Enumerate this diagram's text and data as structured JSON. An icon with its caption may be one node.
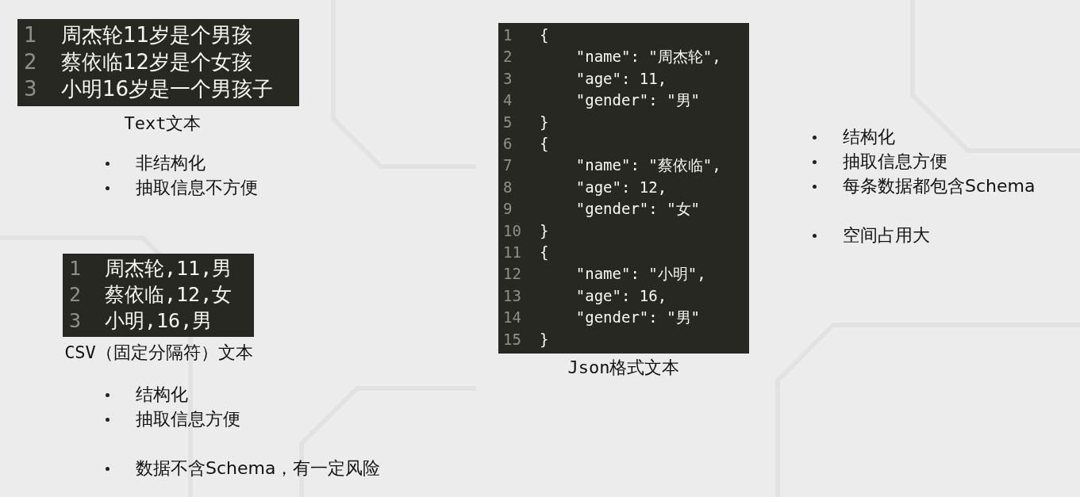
{
  "diagram": {
    "nodes": [
      {
        "text": [
          "1",
          "周杰轮11岁是个男孩",
          "2",
          "蔡依临12岁是个女孩",
          "3",
          "小明16岁是一个男孩子"
        ],
        "beside": [
          "Text文本"
        ]
      },
      {
        "text": [
          "1",
          "周杰轮,11,男",
          "2",
          "蔡依临,12,女",
          "3",
          "小明,16,男"
        ],
        "beside": [
          "CSV（固定分隔符）文本"
        ]
      },
      {
        "text": [
          "1",
          "{",
          "2",
          "    \"name\": \"周杰轮\",",
          "3",
          "    \"age\": 11,",
          "4",
          "    \"gender\": \"男\"",
          "5",
          "}",
          "6",
          "{",
          "7",
          "    \"name\": \"蔡依临\",",
          "8",
          "    \"age\": 12,",
          "9",
          "    \"gender\": \"女\"",
          "10",
          "}",
          "11",
          "{",
          "12",
          "    \"name\": \"小明\",",
          "13",
          "    \"age\": 16,",
          "14",
          "    \"gender\": \"男\"",
          "15",
          "}"
        ],
        "beside": [
          "Json格式文本"
        ]
      }
    ],
    "labels": [
      "非结构化",
      "抽取信息不方便",
      "结构化",
      "抽取信息方便",
      "数据不含Schema，有一定风险",
      "结构化",
      "抽取信息方便",
      "每条数据都包含Schema",
      "空间占用大"
    ]
  }
}
